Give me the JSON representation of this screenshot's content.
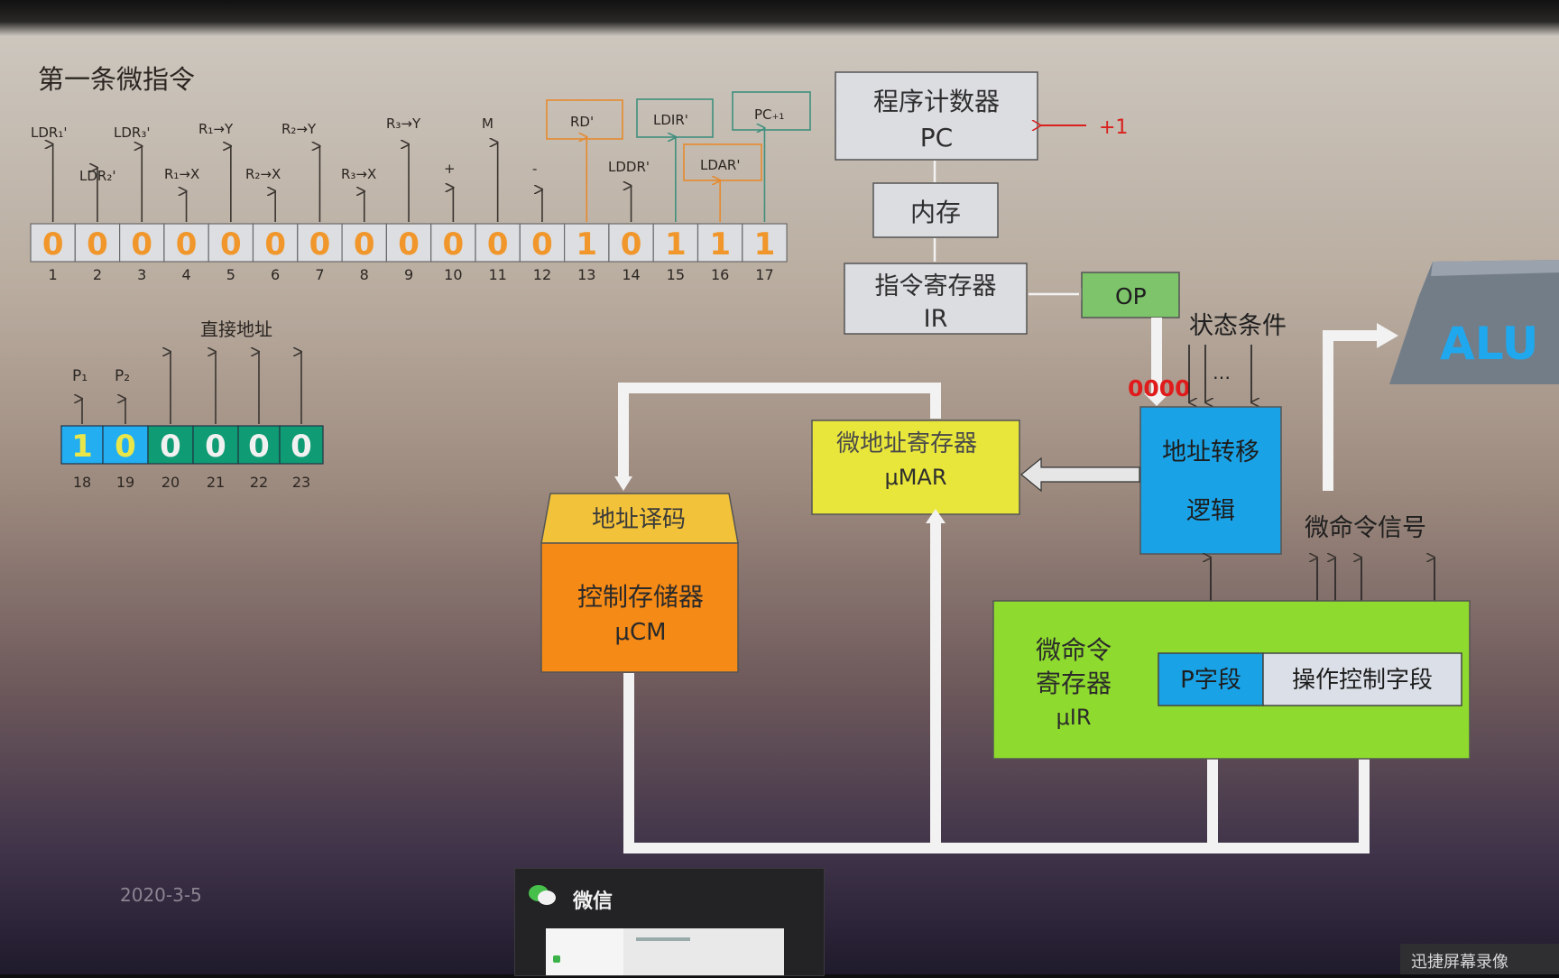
{
  "slide_title": "第一条微指令",
  "date": "2020-3-5",
  "microinstruction": {
    "bits": [
      "0",
      "0",
      "0",
      "0",
      "0",
      "0",
      "0",
      "0",
      "0",
      "0",
      "0",
      "0",
      "1",
      "0",
      "1",
      "1",
      "1"
    ],
    "bit_numbers": [
      "1",
      "2",
      "3",
      "4",
      "5",
      "6",
      "7",
      "8",
      "9",
      "10",
      "11",
      "12",
      "13",
      "14",
      "15",
      "16",
      "17"
    ],
    "signals": [
      "LDR₁'",
      "LDR₂'",
      "LDR₃'",
      "R₁→X",
      "R₁→Y",
      "R₂→X",
      "R₂→Y",
      "R₃→X",
      "R₃→Y",
      "+",
      "M",
      "-",
      "RD'",
      "LDDR'",
      "LDIR'",
      "LDAR'",
      "PC₊₁"
    ]
  },
  "next_address": {
    "bits": [
      "1",
      "0",
      "0",
      "0",
      "0",
      "0"
    ],
    "bit_numbers": [
      "18",
      "19",
      "20",
      "21",
      "22",
      "23"
    ],
    "p_labels": [
      "P₁",
      "P₂"
    ],
    "direct_address_label": "直接地址"
  },
  "blocks": {
    "pc_name": "程序计数器",
    "pc_abbr": "PC",
    "pc_inc": "+1",
    "memory": "内存",
    "ir_name": "指令寄存器",
    "ir_abbr": "IR",
    "op": "OP",
    "status": "状态条件",
    "status_dots": "…",
    "zeros": "0000",
    "alu": "ALU",
    "umar_name": "微地址寄存器",
    "umar_abbr": "μMAR",
    "transfer_line1": "地址转移",
    "transfer_line2": "逻辑",
    "decode": "地址译码",
    "cm_name": "控制存储器",
    "cm_abbr": "μCM",
    "micro_signal": "微命令信号",
    "signal_dots": "…",
    "uir_line1": "微命令",
    "uir_line2": "寄存器",
    "uir_abbr": "μIR",
    "p_field": "P字段",
    "op_field": "操作控制字段"
  },
  "overlay": {
    "wechat_title": "微信",
    "recorder": "迅捷屏幕录像"
  }
}
